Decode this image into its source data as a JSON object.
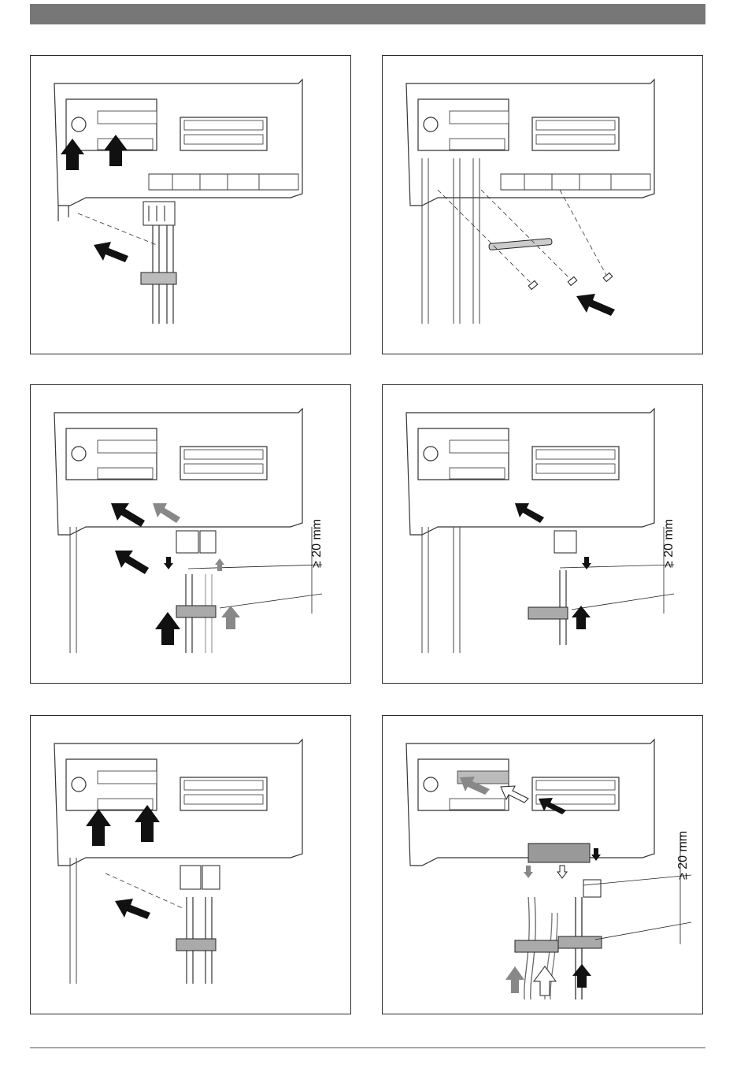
{
  "page": {
    "header_bar_color": "#777777",
    "footer_rule_color": "#555555"
  },
  "figures": [
    {
      "id": "fig-1",
      "step": "insert-connector-and-strain-relief",
      "arrow_colors": [
        "#111111"
      ]
    },
    {
      "id": "fig-2",
      "step": "fasten-strain-relief-bar-with-screws",
      "arrow_colors": [
        "#111111"
      ]
    },
    {
      "id": "fig-3",
      "step": "two-cables-strip-and-connect",
      "dimension_label": "≥ 20 mm",
      "arrow_colors": [
        "#111111",
        "#888888"
      ]
    },
    {
      "id": "fig-4",
      "step": "single-cable-strip-and-connect",
      "dimension_label": "≥ 20 mm",
      "arrow_colors": [
        "#111111"
      ]
    },
    {
      "id": "fig-5",
      "step": "push-in-connectors-and-clamp",
      "arrow_colors": [
        "#111111"
      ]
    },
    {
      "id": "fig-6",
      "step": "three-cables-multi-connector",
      "dimension_label": "≥ 20 mm",
      "arrow_colors": [
        "#111111",
        "#888888",
        "#ffffff"
      ]
    }
  ]
}
